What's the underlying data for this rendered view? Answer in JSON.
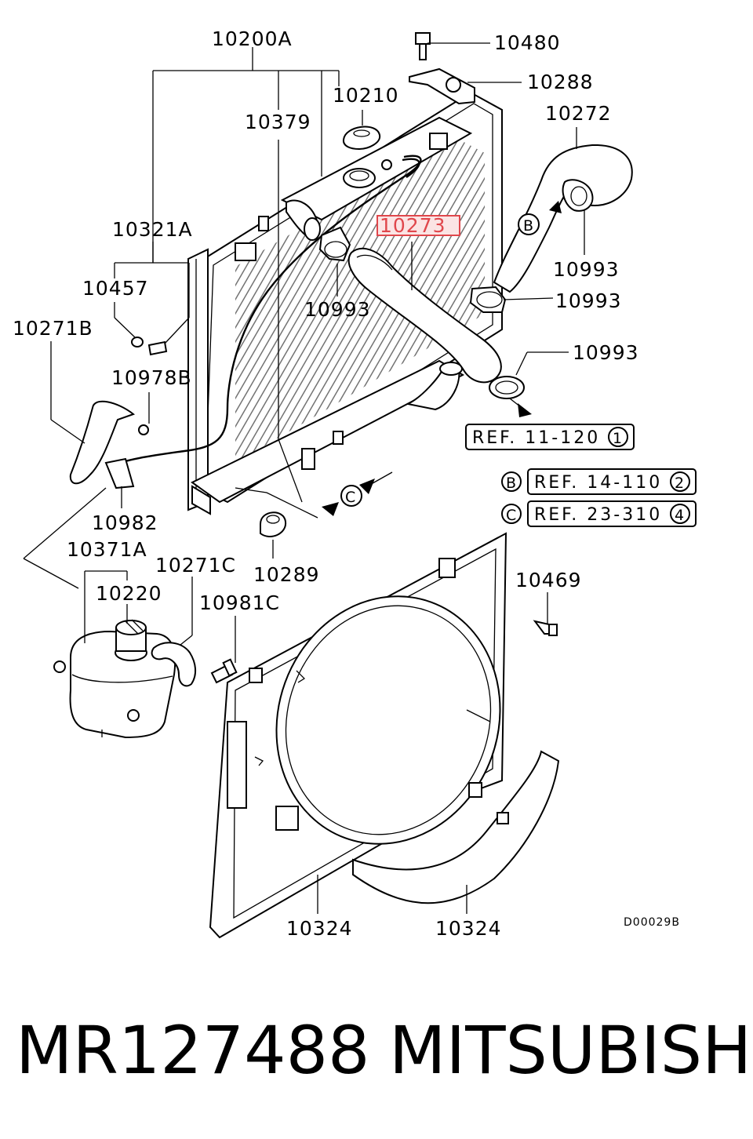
{
  "diagram": {
    "callouts": {
      "l10200A": "10200A",
      "l10480": "10480",
      "l10288": "10288",
      "l10210": "10210",
      "l10379": "10379",
      "l10272": "10272",
      "l10321A": "10321A",
      "l10273": "10273",
      "l10993_top": "10993",
      "l10457": "10457",
      "l10993_mid": "10993",
      "l10993_right": "10993",
      "l10271B": "10271B",
      "l10993_low": "10993",
      "l10978B": "10978B",
      "l10982": "10982",
      "l10289": "10289",
      "l10371A": "10371A",
      "l10271C": "10271C",
      "l10220": "10220",
      "l10981C": "10981C",
      "l10469": "10469",
      "l10324_left": "10324",
      "l10324_right": "10324"
    },
    "references": [
      {
        "marker": "",
        "text": "REF. 11-120",
        "num": "1"
      },
      {
        "marker": "B",
        "text": "REF. 14-110",
        "num": "2"
      },
      {
        "marker": "C",
        "text": "REF. 23-310",
        "num": "4"
      }
    ],
    "flow_markers": {
      "b": "B",
      "c": "C"
    },
    "diagram_code": "D00029B",
    "highlight_color": "#e0474c"
  },
  "footer": {
    "part_number": "MR127488",
    "brand": "MITSUBISHI"
  }
}
